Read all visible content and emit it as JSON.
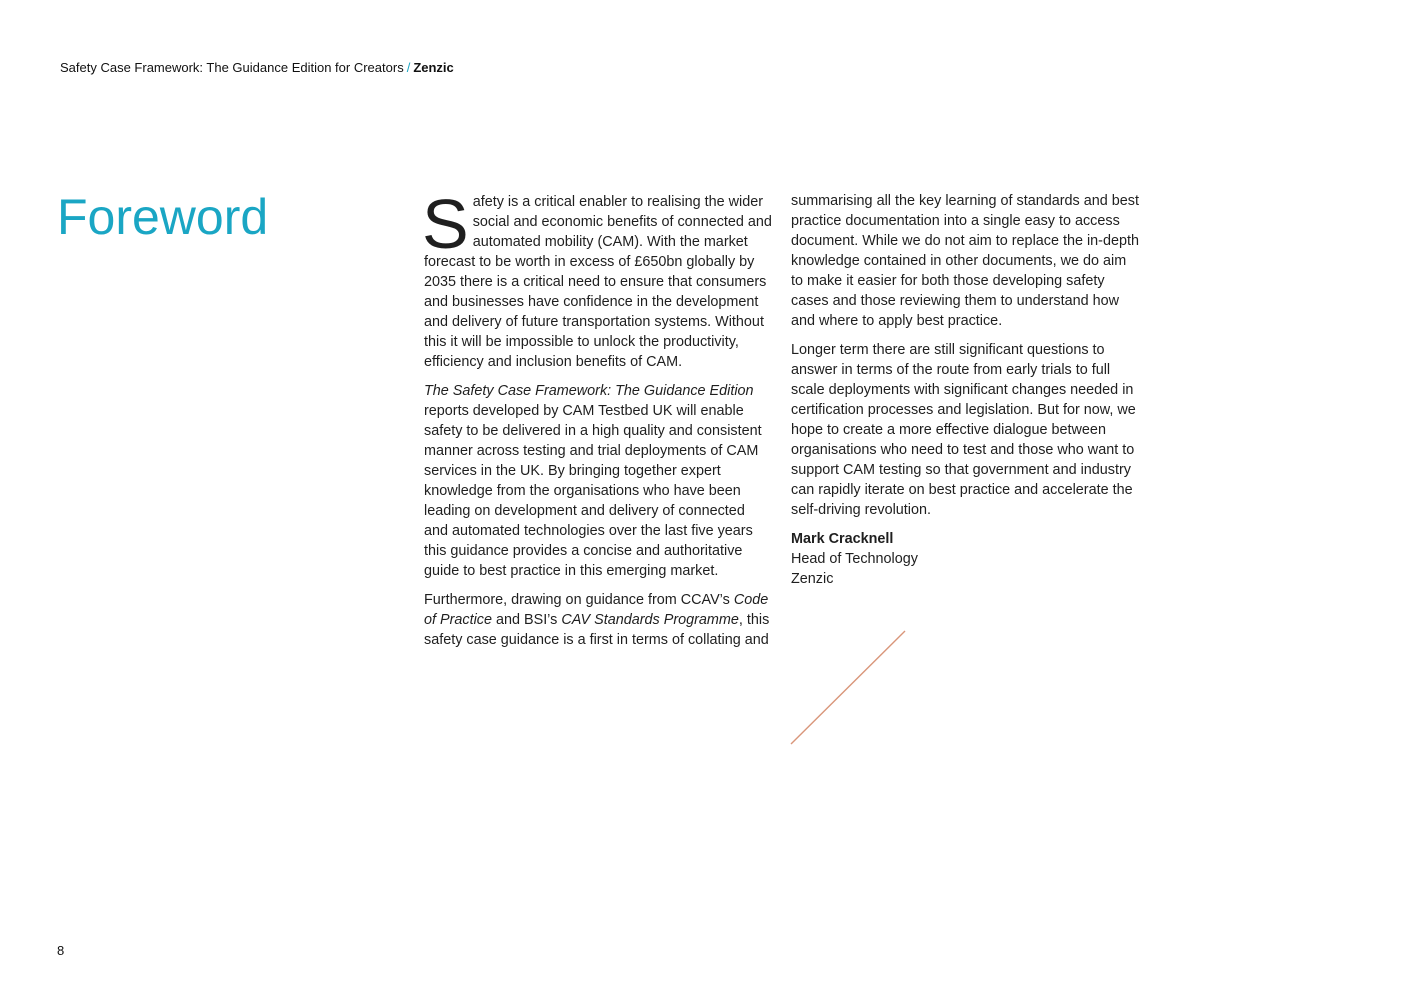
{
  "header": {
    "doc_title": "Safety Case Framework: The Guidance Edition for Creators",
    "separator": "/",
    "brand": "Zenzic"
  },
  "title": "Foreword",
  "column1": {
    "dropcap": "S",
    "p1": "afety is a critical enabler to realising the wider social and economic benefits of connected and automated mobility (CAM).  With the market forecast to be worth in excess of £650bn globally by 2035 there is a critical need to ensure that consumers and businesses have confidence in the development and delivery of future transportation systems. Without this it will be impossible to unlock the productivity, efficiency and inclusion benefits of CAM.",
    "p2_italic": "The Safety Case Framework: The Guidance Edition",
    "p2_rest": " reports developed by CAM Testbed UK will enable safety to be delivered in a high quality and consistent manner across testing and trial deployments of CAM services in the UK. By bringing together expert knowledge from the organisations who have been leading on development and delivery of connected and automated technologies over the last five years this guidance provides a concise and authoritative guide to best practice in this emerging market.",
    "p3_a": "Furthermore, drawing on guidance from CCAV’s ",
    "p3_b_italic": "Code of Practice",
    "p3_c": " and BSI’s ",
    "p3_d_italic": "CAV Standards Programme",
    "p3_e": ", this safety case guidance is a first in terms of collating and"
  },
  "column2": {
    "p1": "summarising all the key learning of standards and best practice documentation into a single easy to access document. While we do not aim to replace the in-depth knowledge contained in other documents, we do aim to make it easier for both those developing safety cases and those reviewing them to understand how and where to apply best practice.",
    "p2": "Longer term there are still significant questions to answer in terms of the route from early trials to full scale deployments with significant changes needed in certification processes and legislation. But for now, we hope to create a more effective dialogue between organisations who need to test and those who want to support CAM testing so that government and industry can rapidly iterate on best practice and accelerate the self-driving revolution.",
    "signature": {
      "name": "Mark Cracknell",
      "role": "Head of Technology",
      "org": "Zenzic"
    }
  },
  "colors": {
    "accent": "#1aa6c4",
    "diagonal": "#d9967a",
    "text": "#1f1f1f"
  },
  "page_number": "8"
}
